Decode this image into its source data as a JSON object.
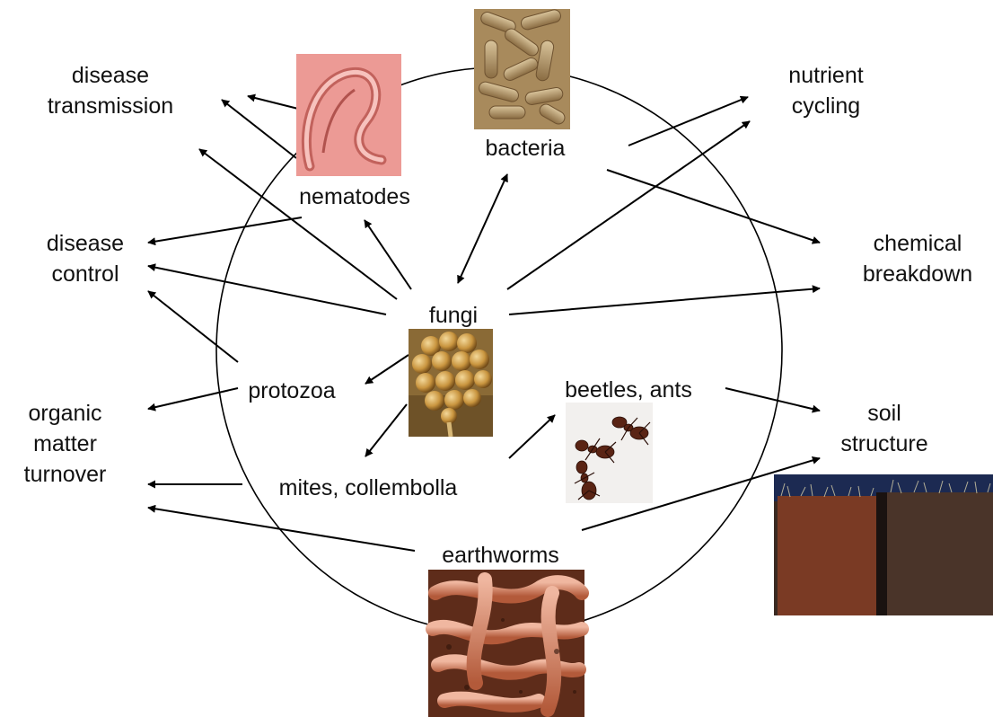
{
  "organisms": {
    "bacteria": "bacteria",
    "nematodes": "nematodes",
    "fungi": "fungi",
    "protozoa": "protozoa",
    "beetles_ants": "beetles, ants",
    "mites_collembolla": "mites, collembolla",
    "earthworms": "earthworms"
  },
  "functions": {
    "disease_transmission": [
      "disease",
      "transmission"
    ],
    "nutrient_cycling": [
      "nutrient",
      "cycling"
    ],
    "disease_control": [
      "disease",
      "control"
    ],
    "chemical_breakdown": [
      "chemical",
      "breakdown"
    ],
    "organic_matter_turnover": [
      "organic",
      "matter",
      "turnover"
    ],
    "soil_structure": [
      "soil",
      "structure"
    ]
  },
  "colors": {
    "text": "#111111",
    "line": "#000000",
    "nematode_bg": "#e8908a",
    "bacteria_bg": "#b59a6e",
    "fungi_bg": "#c9a25a",
    "ants_bg": "#f2f0ee",
    "earthworm_bg": "#8a4a2e",
    "soil_left": "#7a3a24",
    "soil_right": "#4a3429"
  },
  "images": [
    "nematode-photo",
    "bacteria-photo",
    "fungi-photo",
    "ants-photo",
    "earthworms-photo",
    "soil-photo"
  ]
}
